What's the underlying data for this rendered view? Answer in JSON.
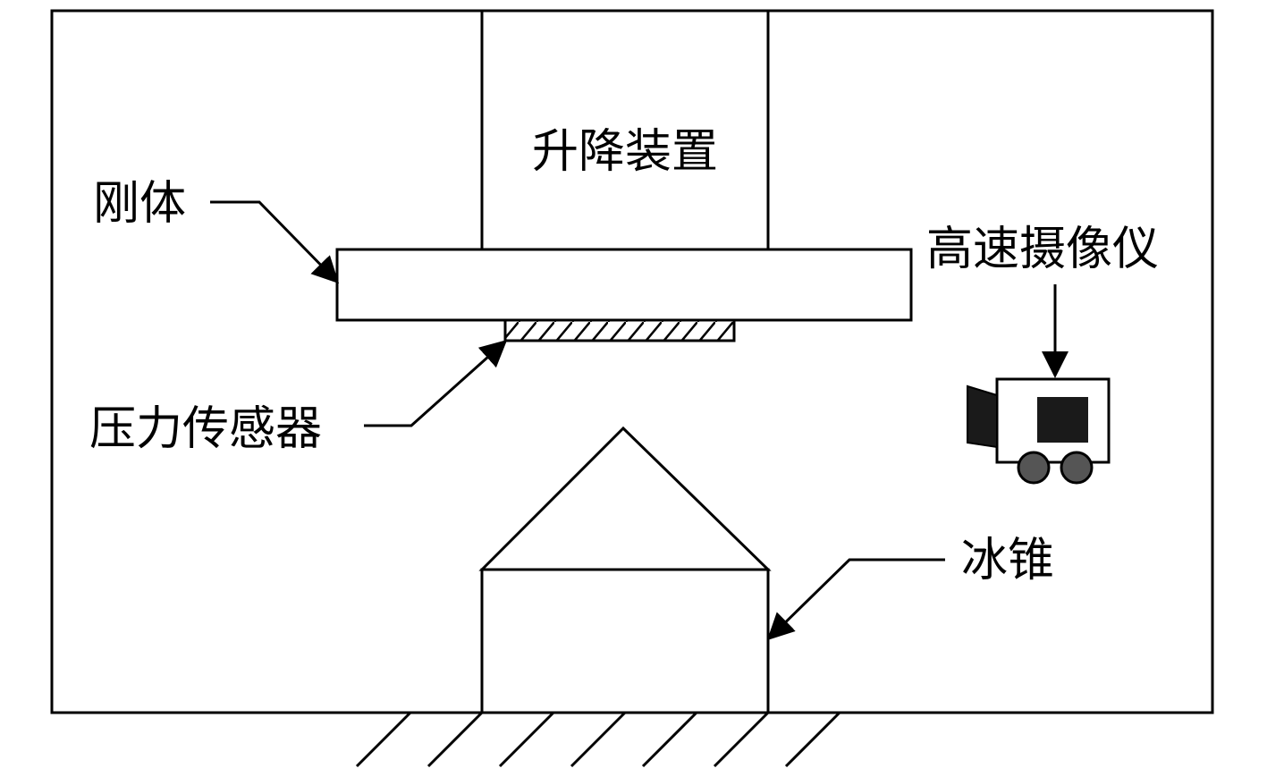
{
  "labels": {
    "lifting_device": "升降装置",
    "rigid_body": "刚体",
    "pressure_sensor": "压力传感器",
    "high_speed_camera": "高速摄像仪",
    "ice_cone": "冰锥"
  },
  "colors": {
    "line": "#000000",
    "background": "#ffffff",
    "camera_body": "#1a1a1a",
    "camera_wheels": "#555555"
  },
  "icons": {
    "camera": "video-camera-icon"
  }
}
